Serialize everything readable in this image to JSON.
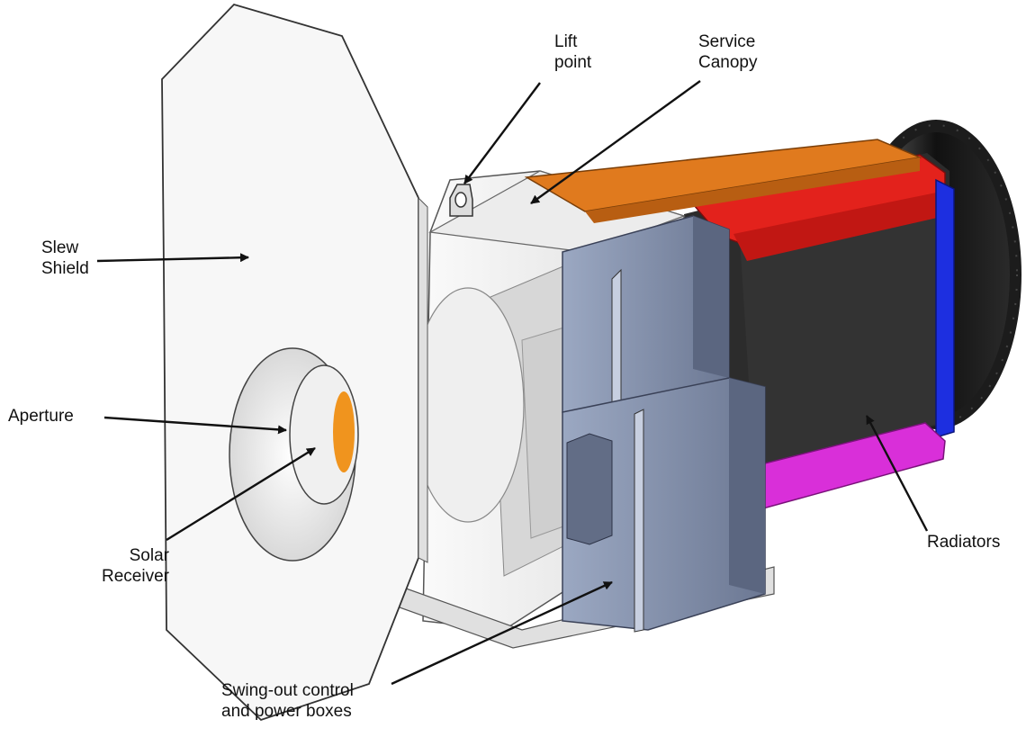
{
  "labels": {
    "slew_shield": [
      "Slew",
      "Shield"
    ],
    "aperture": "Aperture",
    "solar_receiver": [
      "Solar",
      "Receiver"
    ],
    "lift_point": [
      "Lift",
      "point"
    ],
    "service_canopy": [
      "Service",
      "Canopy"
    ],
    "radiators": "Radiators",
    "swing_out": [
      "Swing-out control",
      "and power boxes"
    ]
  },
  "colors": {
    "canopy": "#e07a1e",
    "radiator_frame_top": "#e3221c",
    "radiator_frame_bottom": "#d92fd9",
    "radiator_side": "#1d2fe0",
    "radiator_panel": "#303030",
    "receiver_glow": "#f0941e",
    "control_box": "#7c8aa5",
    "shield": "#f7f7f7",
    "line": "#2a2a2a"
  }
}
